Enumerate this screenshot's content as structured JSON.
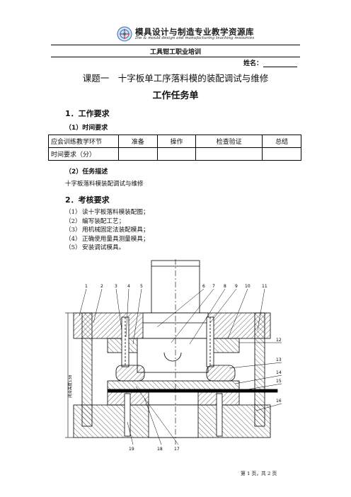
{
  "header": {
    "brand_cn": "模具设计与制造专业教学资源库",
    "brand_en": "Die & mould design and manufacturing teaching resources",
    "course_line": "工具钳工职业培训",
    "name_label": "姓名："
  },
  "topic_title": "课题一　十字板单工序落料模的装配调试与维修",
  "sheet_title": "工作任务单",
  "section1": {
    "heading": "1．工作要求",
    "sub1": "（1）时间要求",
    "table": {
      "header": [
        "应会训练教学环节",
        "准备",
        "操作",
        "检查验证",
        "总结"
      ],
      "row": [
        "时间要求（分）",
        "",
        "",
        "",
        ""
      ]
    },
    "sub2": "（2）任务描述",
    "task_description": "十字板落料模装配调试与维修"
  },
  "section2": {
    "heading": "2．考核要求",
    "items": [
      {
        "num": "（1）",
        "text": "读十字板落料模装配图；"
      },
      {
        "num": "（2）",
        "text": "编写装配工艺；"
      },
      {
        "num": "（3）",
        "text": "用机械固定法装配模具；"
      },
      {
        "num": "（4）",
        "text": "正确使用量具测量模具；"
      },
      {
        "num": "（5）",
        "text": "安装调试模具。"
      }
    ]
  },
  "drawing": {
    "callouts_top": [
      "1",
      "2",
      "3",
      "4",
      "5",
      "6",
      "7",
      "8",
      "9",
      "10",
      "11"
    ],
    "callouts_right": [
      "12",
      "13",
      "14",
      "15",
      "16"
    ],
    "callouts_bottom": [
      "19",
      "18",
      "17"
    ],
    "dimension_label": "闭合高度138"
  },
  "footer": "第 1 页，共 2 页"
}
